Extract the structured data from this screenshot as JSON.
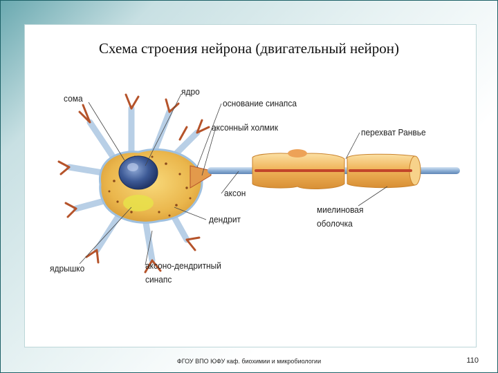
{
  "title": "Схема строения нейрона (двигательный нейрон)",
  "labels": {
    "soma": "сома",
    "nucleus": "ядро",
    "synapse_base": "основание синапса",
    "axon_hillock": "аксонный холмик",
    "ranvier_node": "перехват Ранвье",
    "axon": "аксон",
    "myelin_line1": "миелиновая",
    "myelin_line2": "оболочка",
    "dendrite": "дендрит",
    "nucleolus": "ядрышко",
    "axo_dendritic_line1": "аксоно-дендритный",
    "axo_dendritic_line2": "синапс"
  },
  "footer": "ФГОУ ВПО ЮФУ каф. биохимии и микробиологии",
  "page_number": "110",
  "colors": {
    "background": "#2e7f86",
    "cell_body": "#f2c45a",
    "nucleus": "#2f4f86",
    "dendrite_tips": "#b5532a",
    "myelin": "#f0b860",
    "axon": "#8fb1d6"
  }
}
